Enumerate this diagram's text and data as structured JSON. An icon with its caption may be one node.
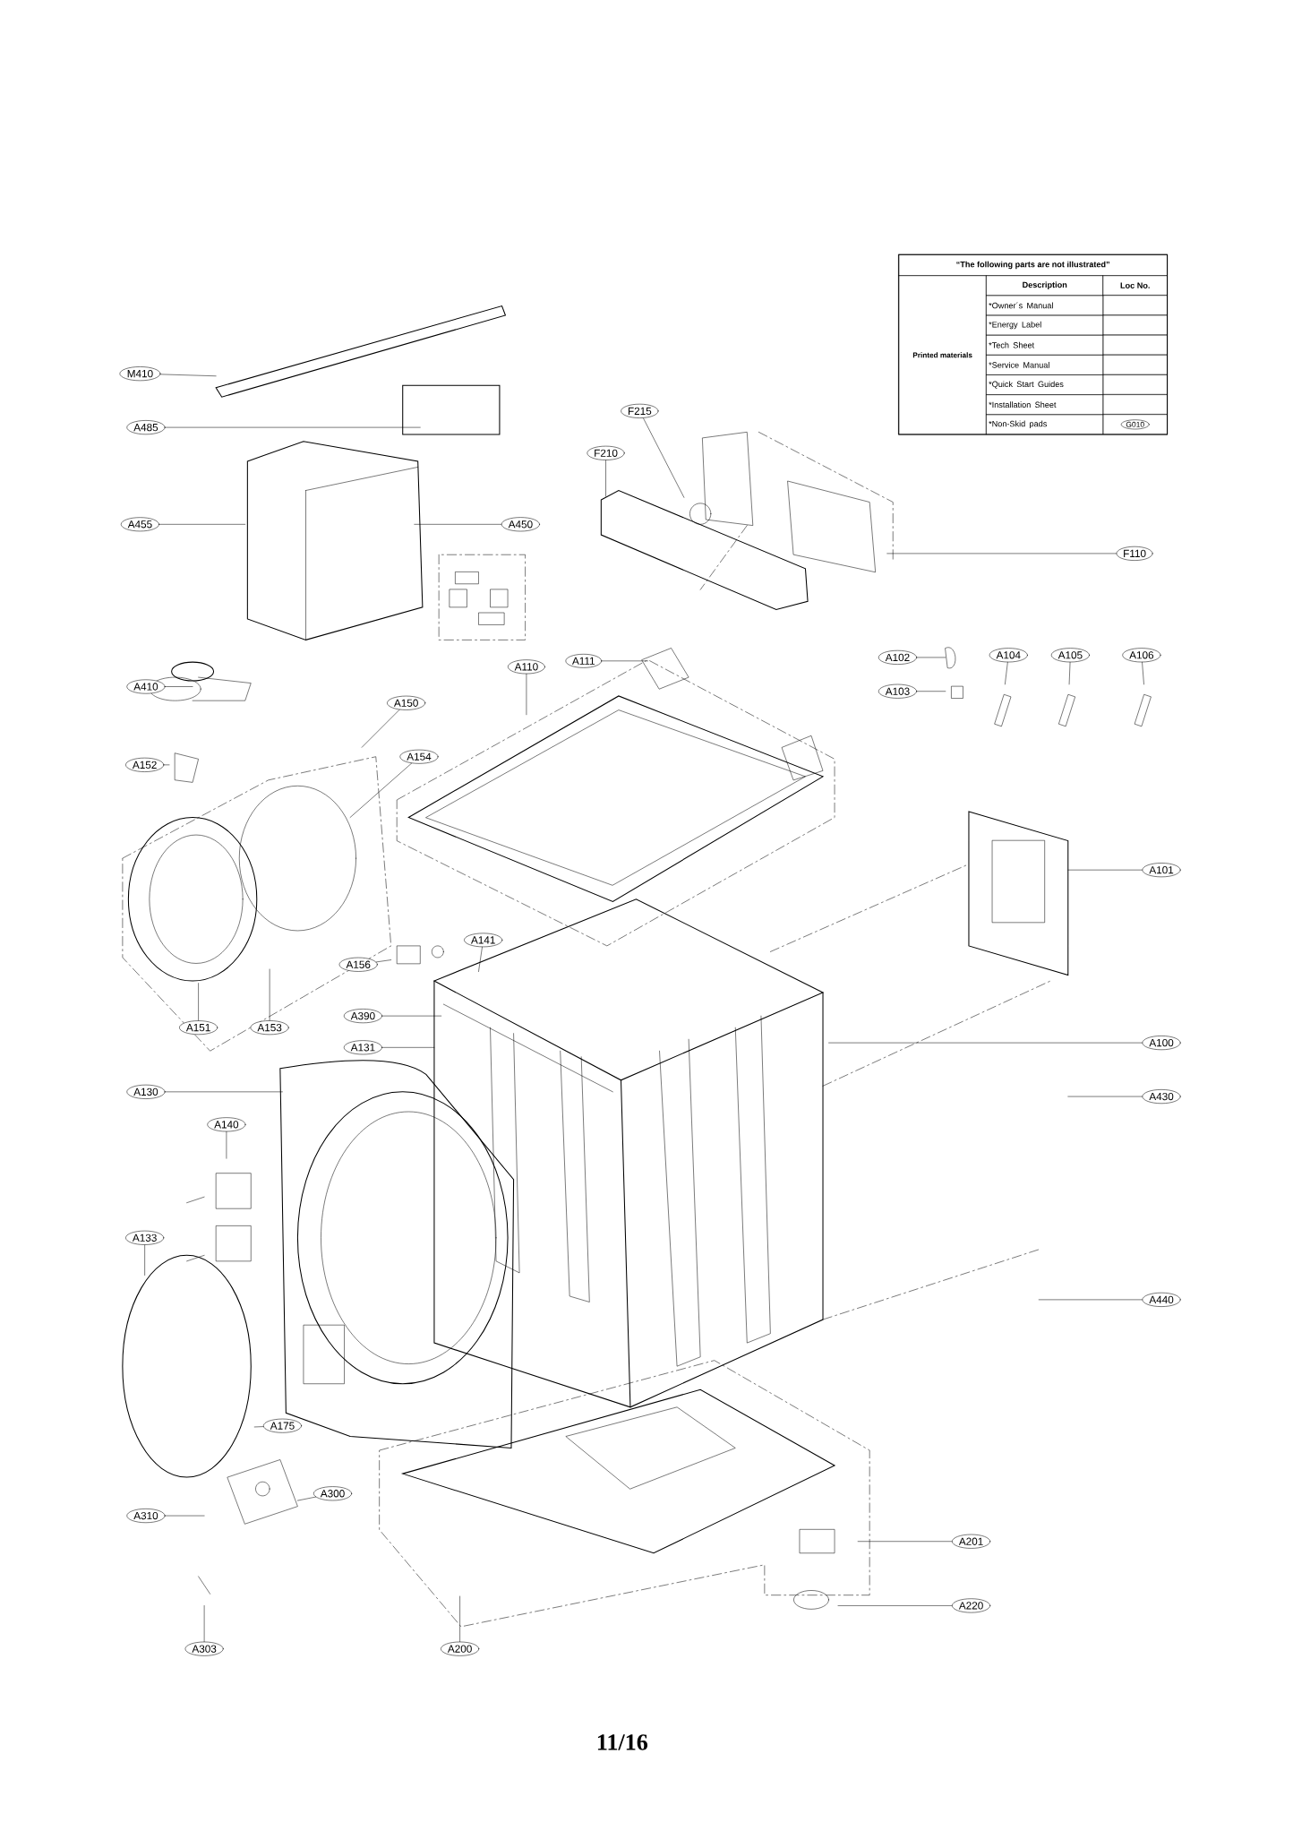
{
  "diagram": {
    "nodes": [
      {
        "text": [
          "M410"
        ]
      },
      {
        "text": [
          "A485"
        ]
      },
      {
        "text": [
          "A455"
        ]
      },
      {
        "text": [
          "A450"
        ]
      },
      {
        "text": [
          "F215"
        ]
      },
      {
        "text": [
          "F210"
        ]
      },
      {
        "text": [
          "F110"
        ]
      },
      {
        "text": [
          "A102"
        ]
      },
      {
        "text": [
          "A104"
        ]
      },
      {
        "text": [
          "A105"
        ]
      },
      {
        "text": [
          "A106"
        ]
      },
      {
        "text": [
          "A103"
        ]
      },
      {
        "text": [
          "A111"
        ]
      },
      {
        "text": [
          "A110"
        ]
      },
      {
        "text": [
          "A410"
        ]
      },
      {
        "text": [
          "A150"
        ]
      },
      {
        "text": [
          "A154"
        ]
      },
      {
        "text": [
          "A152"
        ]
      },
      {
        "text": [
          "A101"
        ]
      },
      {
        "text": [
          "A141"
        ]
      },
      {
        "text": [
          "A156"
        ]
      },
      {
        "text": [
          "A390"
        ]
      },
      {
        "text": [
          "A131"
        ]
      },
      {
        "text": [
          "A151"
        ]
      },
      {
        "text": [
          "A153"
        ]
      },
      {
        "text": [
          "A100"
        ]
      },
      {
        "text": [
          "A130"
        ]
      },
      {
        "text": [
          "A430"
        ]
      },
      {
        "text": [
          "A140"
        ]
      },
      {
        "text": [
          "A133"
        ]
      },
      {
        "text": [
          "A440"
        ]
      },
      {
        "text": [
          "A175"
        ]
      },
      {
        "text": [
          "A300"
        ]
      },
      {
        "text": [
          "A310"
        ]
      },
      {
        "text": [
          "A201"
        ]
      },
      {
        "text": [
          "A220"
        ]
      },
      {
        "text": [
          "A303"
        ]
      },
      {
        "text": [
          "A200"
        ]
      }
    ],
    "edges": [
      {
        "from": 0,
        "to": null,
        "arrow": "none"
      },
      {
        "from": 1,
        "to": null,
        "arrow": "none"
      },
      {
        "from": 2,
        "to": null,
        "arrow": "none"
      },
      {
        "from": 3,
        "to": null,
        "arrow": "none"
      },
      {
        "from": 4,
        "to": null,
        "arrow": "none"
      },
      {
        "from": 5,
        "to": null,
        "arrow": "none"
      },
      {
        "from": 6,
        "to": null,
        "arrow": "none"
      },
      {
        "from": 7,
        "to": null,
        "arrow": "none"
      },
      {
        "from": 8,
        "to": null,
        "arrow": "none"
      },
      {
        "from": 9,
        "to": null,
        "arrow": "none"
      },
      {
        "from": 10,
        "to": null,
        "arrow": "none"
      },
      {
        "from": 11,
        "to": null,
        "arrow": "none"
      },
      {
        "from": 12,
        "to": null,
        "arrow": "none"
      },
      {
        "from": 13,
        "to": null,
        "arrow": "none"
      },
      {
        "from": 14,
        "to": null,
        "arrow": "none"
      },
      {
        "from": 15,
        "to": null,
        "arrow": "none"
      },
      {
        "from": 16,
        "to": null,
        "arrow": "none"
      },
      {
        "from": 17,
        "to": null,
        "arrow": "none"
      },
      {
        "from": 18,
        "to": null,
        "arrow": "none"
      },
      {
        "from": 19,
        "to": null,
        "arrow": "none"
      },
      {
        "from": 20,
        "to": null,
        "arrow": "none"
      },
      {
        "from": 21,
        "to": null,
        "arrow": "none"
      },
      {
        "from": 22,
        "to": null,
        "arrow": "none"
      },
      {
        "from": 23,
        "to": null,
        "arrow": "none"
      },
      {
        "from": 24,
        "to": null,
        "arrow": "none"
      },
      {
        "from": 25,
        "to": null,
        "arrow": "none"
      },
      {
        "from": 26,
        "to": null,
        "arrow": "none"
      },
      {
        "from": 27,
        "to": null,
        "arrow": "none"
      },
      {
        "from": 28,
        "to": null,
        "arrow": "none"
      },
      {
        "from": 29,
        "to": null,
        "arrow": "none"
      },
      {
        "from": 30,
        "to": null,
        "arrow": "none"
      },
      {
        "from": 31,
        "to": null,
        "arrow": "none"
      },
      {
        "from": 32,
        "to": null,
        "arrow": "none"
      },
      {
        "from": 33,
        "to": null,
        "arrow": "none"
      },
      {
        "from": 34,
        "to": null,
        "arrow": "none"
      },
      {
        "from": 35,
        "to": null,
        "arrow": "none"
      },
      {
        "from": 36,
        "to": null,
        "arrow": "none"
      },
      {
        "from": 37,
        "to": null,
        "arrow": "none"
      }
    ],
    "labels": [
      "“The following parts are not illustrated”",
      "Description",
      "Loc No.",
      "Printed materials",
      "*Owner´s Manual",
      "*Energy Label",
      "*Tech Sheet",
      "*Service Manual",
      "*Quick Start Guides",
      "*Installation Sheet",
      "*Non-Skid pads",
      "G010",
      "11/16"
    ]
  }
}
